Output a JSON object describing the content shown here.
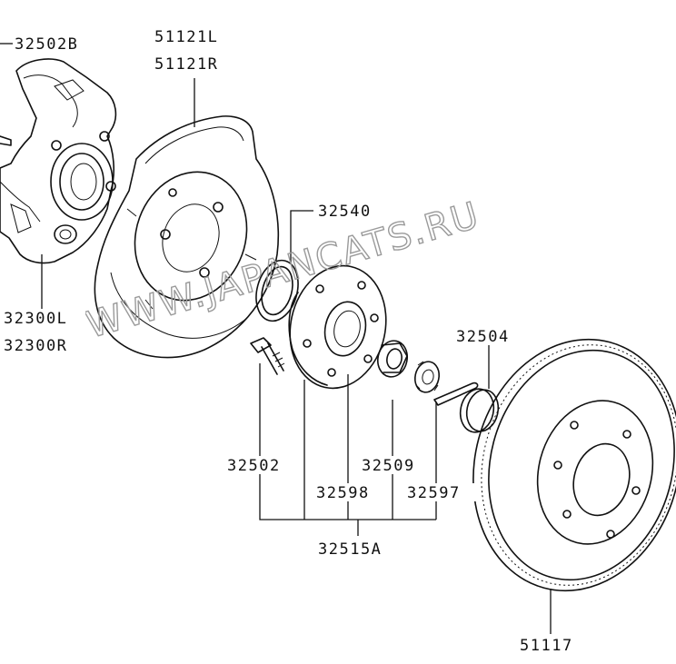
{
  "watermark": "WWW.JAPANCATS.RU",
  "labels": {
    "p32502B": "32502B",
    "p51121L": "51121L",
    "p51121R": "51121R",
    "p32540": "32540",
    "p32300L": "32300L",
    "p32300R": "32300R",
    "p32504": "32504",
    "p32502": "32502",
    "p32509": "32509",
    "p32598": "32598",
    "p32597": "32597",
    "p32515A": "32515A",
    "p51117": "51117"
  },
  "colors": {
    "ink": "#111111",
    "watermark": "#9a9a9a",
    "background": "#ffffff"
  }
}
